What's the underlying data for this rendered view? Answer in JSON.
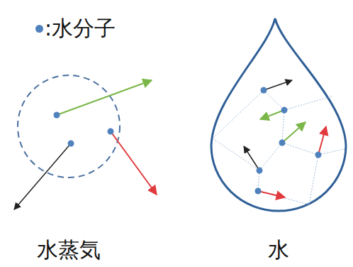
{
  "diagram": {
    "labels": [
      "水蒸気",
      "水"
    ],
    "legend": [
      {
        "text": ":水分子",
        "color": "#4f81bd"
      }
    ]
  }
}
